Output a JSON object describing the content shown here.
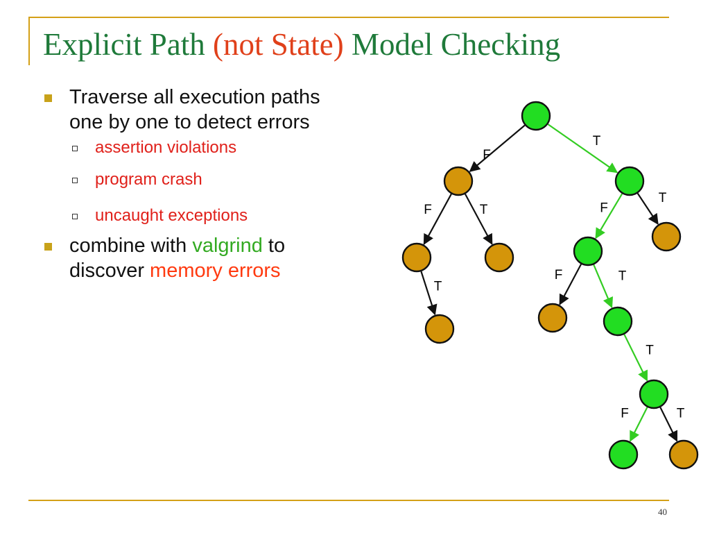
{
  "slide": {
    "title": {
      "part1": "Explicit Path ",
      "highlight": "(not State)",
      "part2": " Model Checking"
    },
    "bullets": [
      {
        "text": "Traverse all execution paths one by one to detect errors",
        "sub": [
          "assertion violations",
          "program crash",
          "uncaught exceptions"
        ]
      },
      {
        "prefix": "combine with ",
        "tool": "valgrind",
        "middle": " to discover ",
        "highlight": "memory errors"
      }
    ],
    "page_number": "40"
  },
  "colors": {
    "title": "#1f7a3a",
    "title_highlight": "#e0401a",
    "bullet_marker": "#c8a21a",
    "sub_bullet_text": "#e0201a",
    "frame": "#d4a017",
    "node_explored": "#22dd22",
    "node_other": "#d4950a",
    "edge_explored": "#33cc22",
    "edge_other": "#111111"
  },
  "tree": {
    "nodes": [
      {
        "id": "n0",
        "status": "explored"
      },
      {
        "id": "n1",
        "status": "other"
      },
      {
        "id": "n2",
        "status": "explored"
      },
      {
        "id": "n3",
        "status": "other"
      },
      {
        "id": "n4",
        "status": "other"
      },
      {
        "id": "n5",
        "status": "explored"
      },
      {
        "id": "n6",
        "status": "other"
      },
      {
        "id": "n7",
        "status": "other"
      },
      {
        "id": "n8",
        "status": "other"
      },
      {
        "id": "n9",
        "status": "explored"
      },
      {
        "id": "n10",
        "status": "explored"
      },
      {
        "id": "n11",
        "status": "explored"
      },
      {
        "id": "n12",
        "status": "other"
      }
    ],
    "edges": [
      {
        "from": "n0",
        "to": "n1",
        "label": "F",
        "status": "other"
      },
      {
        "from": "n0",
        "to": "n2",
        "label": "T",
        "status": "explored"
      },
      {
        "from": "n1",
        "to": "n3",
        "label": "F",
        "status": "other"
      },
      {
        "from": "n1",
        "to": "n4",
        "label": "T",
        "status": "other"
      },
      {
        "from": "n2",
        "to": "n5",
        "label": "F",
        "status": "explored"
      },
      {
        "from": "n2",
        "to": "n6",
        "label": "T",
        "status": "other"
      },
      {
        "from": "n3",
        "to": "n7",
        "label": "T",
        "status": "other"
      },
      {
        "from": "n5",
        "to": "n8",
        "label": "F",
        "status": "other"
      },
      {
        "from": "n5",
        "to": "n9",
        "label": "T",
        "status": "explored"
      },
      {
        "from": "n9",
        "to": "n10",
        "label": "T",
        "status": "explored"
      },
      {
        "from": "n10",
        "to": "n11",
        "label": "F",
        "status": "explored"
      },
      {
        "from": "n10",
        "to": "n12",
        "label": "T",
        "status": "other"
      }
    ]
  }
}
